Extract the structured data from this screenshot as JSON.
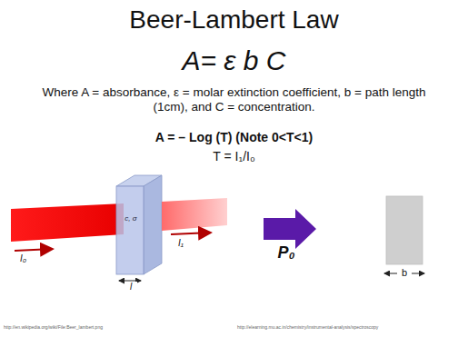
{
  "diagram": {
    "title": "Beer-Lambert Law",
    "labels": [
      "A= ε b C",
      "Where A = absorbance, ε = molar extinction coefficient, b = path length (1cm), and C = concentration.",
      "A = – Log (T) (Note 0<T<1)",
      "T = I₁/I₀",
      "I₀",
      "c, σ",
      "I₁",
      "l",
      "P₀",
      "b",
      "http://en.wikipedia.org/wiki/File:Beer_lambert.png",
      "http://elearning.mu.ac.in/chemistry/instrumental-analysis/spectroscopy"
    ]
  }
}
